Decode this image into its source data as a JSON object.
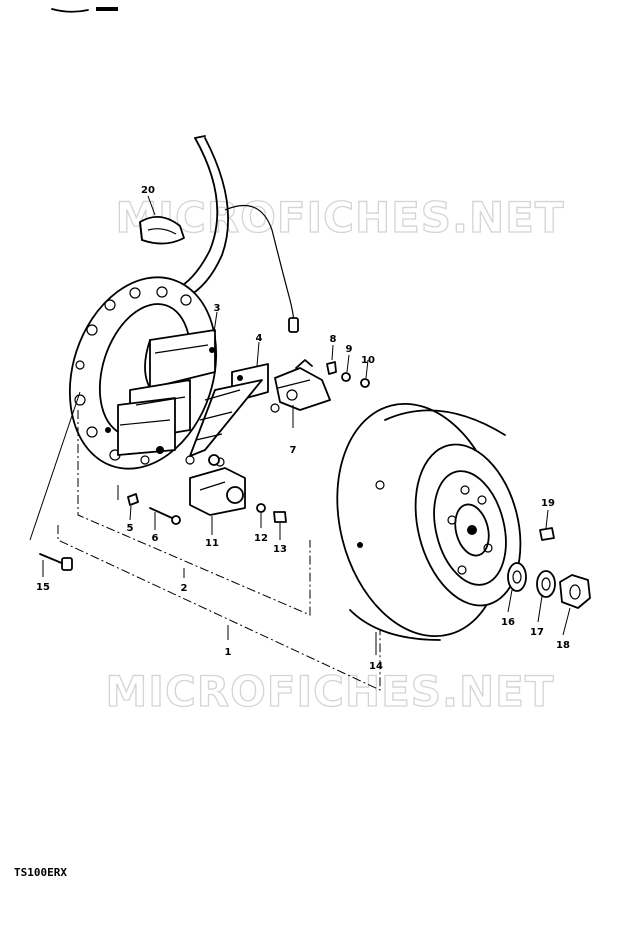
{
  "watermarks": [
    "MICROFICHES.NET",
    "MICROFICHES.NET"
  ],
  "model_code": "TS100ERX",
  "callouts": [
    "1",
    "2",
    "3",
    "4",
    "5",
    "6",
    "7",
    "8",
    "9",
    "10",
    "11",
    "12",
    "13",
    "14",
    "15",
    "16",
    "17",
    "18",
    "19",
    "20"
  ]
}
